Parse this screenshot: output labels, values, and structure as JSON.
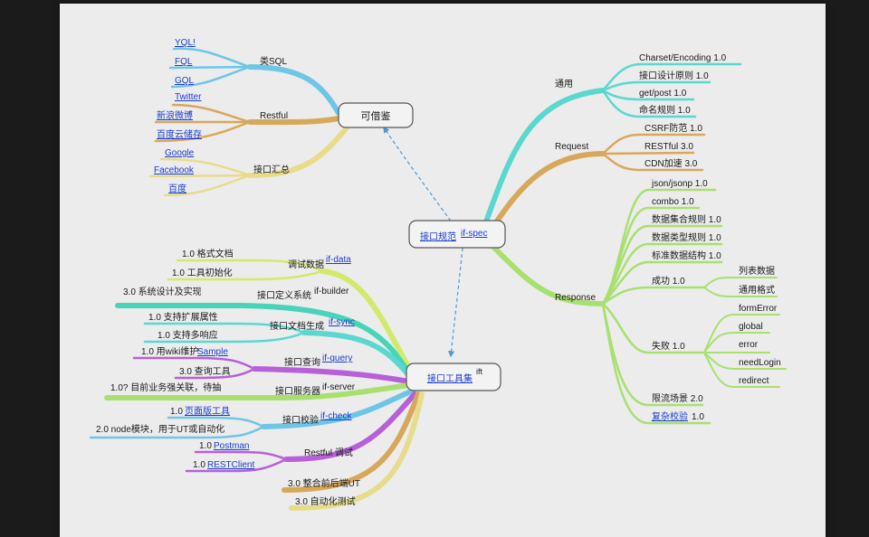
{
  "colors": {
    "blue": "#6ec6e6",
    "gold": "#d8a85a",
    "yellow": "#e6dc8a",
    "green": "#a8e070",
    "teal": "#48d4b8",
    "purple": "#b760d8",
    "cyan": "#5ad8d0",
    "lime": "#d2ea6a",
    "arrow": "#4a9ad8"
  },
  "center": {
    "label": "接口规范",
    "tag": "if-spec"
  },
  "ift": {
    "label": "接口工具集",
    "sup": "ift"
  },
  "kejie": {
    "label": "可借鉴"
  },
  "kejie_groups": {
    "sql": {
      "label": "类SQL",
      "items": [
        "YQL!",
        "FQL",
        "GQL"
      ]
    },
    "restful": {
      "label": "Restful",
      "items": [
        "Twitter",
        "新浪微博",
        "百度云储存"
      ]
    },
    "summary": {
      "label": "接口汇总",
      "items": [
        "Google",
        "Facebook",
        "百度"
      ]
    }
  },
  "spec_groups": {
    "general": {
      "label": "通用",
      "items": [
        "Charset/Encoding 1.0",
        "接口设计原则 1.0",
        "get/post 1.0",
        "命名规则 1.0"
      ]
    },
    "request": {
      "label": "Request",
      "items": [
        "CSRF防范 1.0",
        "RESTful 3.0",
        "CDN加速 3.0"
      ]
    },
    "response": {
      "label": "Response",
      "items": [
        "json/jsonp 1.0",
        "combo 1.0",
        "数据集合规则 1.0",
        "数据类型规则 1.0",
        "标准数据结构 1.0"
      ],
      "success": {
        "label": "成功 1.0",
        "items": [
          "列表数据",
          "通用格式"
        ]
      },
      "failure": {
        "label": "失败 1.0",
        "items": [
          "formError",
          "global",
          "error",
          "needLogin",
          "redirect"
        ]
      },
      "tail": [
        "限流场景 2.0"
      ],
      "complex": {
        "link": "复杂校验",
        "version": "1.0"
      }
    }
  },
  "tools": {
    "data": {
      "label": "调试数据",
      "tag": "if-data",
      "items": [
        "1.0 格式文档",
        "1.0 工具初始化"
      ]
    },
    "builder": {
      "label": "接口定义系统",
      "tag": "if-builder",
      "items": [
        "3.0 系统设计及实现"
      ]
    },
    "sync": {
      "label": "接口文档生成",
      "tag": "if-sync",
      "items": [
        "1.0 支持扩展属性",
        "1.0 支持多响应"
      ]
    },
    "query": {
      "label": "接口查询",
      "tag": "if-query",
      "items": [
        {
          "text": "1.0 用wiki维护",
          "link": "Sample"
        },
        {
          "text": "3.0 查询工具"
        }
      ]
    },
    "server": {
      "label": "接口服务器",
      "tag": "if-server",
      "items": [
        "1.0? 目前业务强关联，待抽"
      ]
    },
    "check": {
      "label": "接口校验",
      "tag": "if-check",
      "items": [
        {
          "text": "1.0",
          "link": "页面版工具"
        },
        {
          "text": "2.0 node模块，用于UT或自动化"
        }
      ]
    },
    "restful": {
      "label": "Restful 调试",
      "items": [
        {
          "text": "1.0",
          "link": "Postman"
        },
        {
          "text": "1.0",
          "link": "RESTClient"
        }
      ]
    },
    "ut": "3.0 整合前后端UT",
    "auto": "3.0 自动化测试"
  }
}
